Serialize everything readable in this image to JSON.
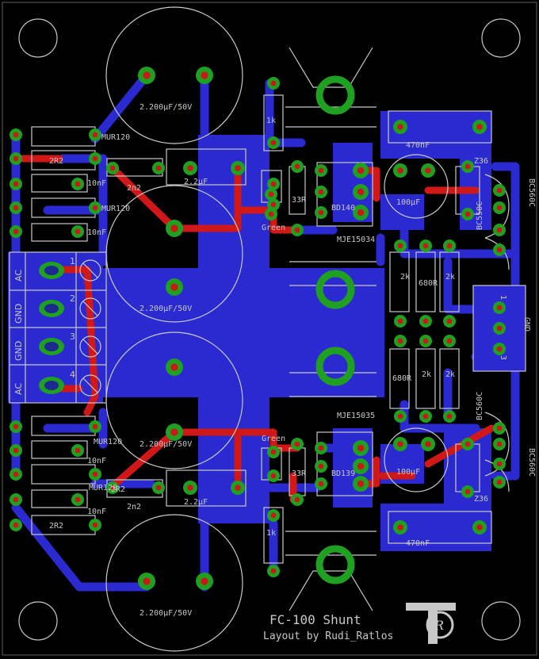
{
  "colors": {
    "background": "#000000",
    "bottom_copper": "#2a2ad0",
    "top_copper": "#d01818",
    "pad_ring": "#20a020",
    "pad_hole": "#c81818",
    "silkscreen": "#c8c8c8"
  },
  "board": {
    "title": "FC-100 Shunt",
    "credit": "Layout by Rudi_Ratlos",
    "logo_letters": "R"
  },
  "labels": {
    "cap_big_1": "2.200µF/50V",
    "cap_big_2": "2.200µF/50V",
    "cap_big_3": "2.200µF/50V",
    "cap_big_4": "2.200µF/50V",
    "diode_1": "MUR120",
    "diode_2": "MUR120",
    "diode_3": "MUR120",
    "diode_4": "MUR120",
    "cap_10nf_1": "10nF",
    "cap_10nf_2": "10nF",
    "cap_10nf_3": "10nF",
    "cap_10nf_4": "10nF",
    "res_2r2_top": "2R2",
    "res_2r2_bottom": "2R2",
    "res_2r2_mid": "2R2",
    "cap_2n2_top": "2n2",
    "cap_2n2_bottom": "2n2",
    "cap_2u2_top": "2.2µF",
    "cap_2u2_bottom": "2.2µF",
    "res_1k_top": "1k",
    "res_1k_bottom": "1k",
    "res_33r_top": "33R",
    "res_33r_bottom": "33R",
    "led_top": "Green",
    "led_bottom": "Green",
    "tr_bd140": "BD140",
    "tr_bd139": "BD139",
    "tr_mje15034": "MJE15034",
    "tr_mje15035": "MJE15035",
    "cap_100uf_top": "100µF",
    "cap_100uf_bottom": "100µF",
    "cap_470nf_top": "470nF",
    "cap_470nf_bottom": "470nF",
    "zener_top": "Z36",
    "zener_bottom": "Z36",
    "bc560_1": "BC560C",
    "bc560_2": "BC560C",
    "bc550_1": "BC550C",
    "bc550_2": "BC560C",
    "res_2k_a": "2k",
    "res_680r_a": "680R",
    "res_2k_b": "2k",
    "res_680r_b": "680R",
    "res_2k_c": "2k",
    "res_2k_d": "2k",
    "out_gnd": "GND",
    "out_pin1": "1",
    "out_pin3": "3"
  },
  "input_connector": {
    "rows": [
      {
        "label": "AC",
        "pin": "1"
      },
      {
        "label": "GND",
        "pin": "2"
      },
      {
        "label": "GND",
        "pin": "3"
      },
      {
        "label": "AC",
        "pin": "4"
      }
    ]
  }
}
